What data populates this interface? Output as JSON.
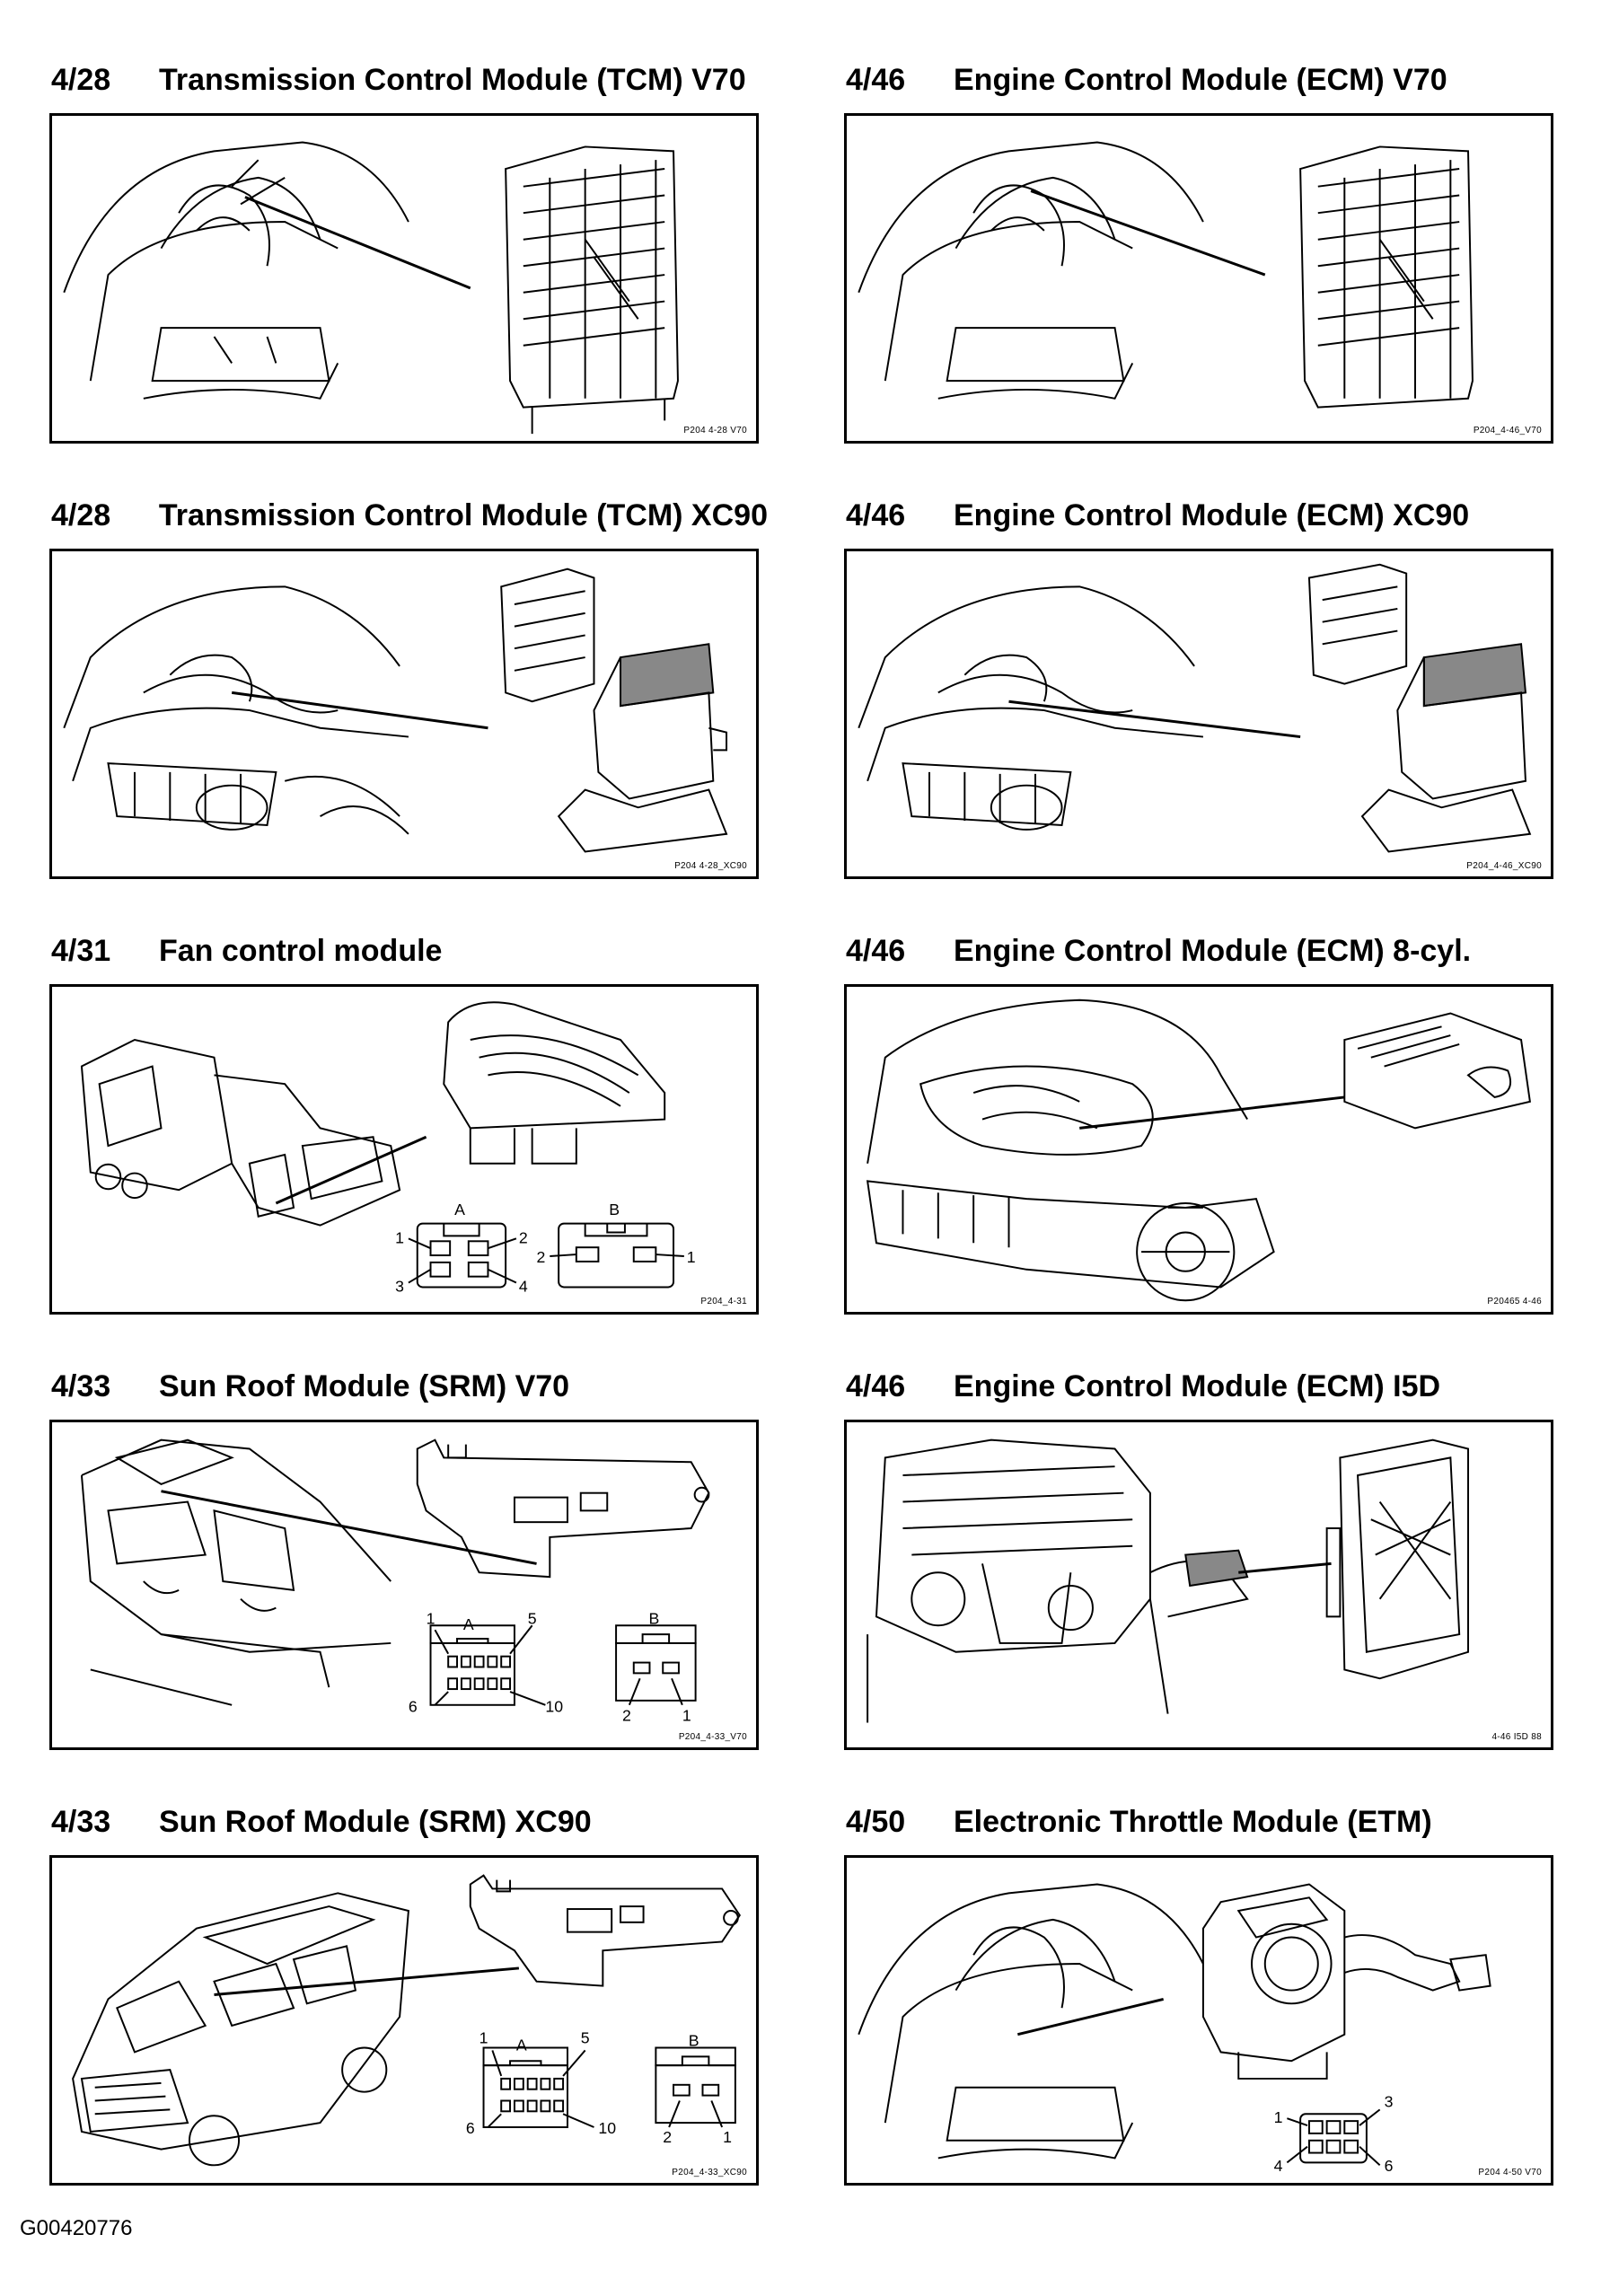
{
  "panels": [
    {
      "id": "tcm-v70",
      "num": "4/28",
      "title": "Transmission Control Module (TCM) V70",
      "ref": "P204 4-28 V70"
    },
    {
      "id": "ecm-v70",
      "num": "4/46",
      "title": "Engine Control Module (ECM) V70",
      "ref": "P204_4-46_V70"
    },
    {
      "id": "tcm-xc90",
      "num": "4/28",
      "title": "Transmission Control Module (TCM) XC90",
      "ref": "P204 4-28_XC90"
    },
    {
      "id": "ecm-xc90",
      "num": "4/46",
      "title": "Engine Control Module (ECM) XC90",
      "ref": "P204_4-46_XC90"
    },
    {
      "id": "fan",
      "num": "4/31",
      "title": "Fan control module",
      "ref": "P204_4-31",
      "connectors": {
        "a": {
          "label": "A",
          "pins": [
            "1",
            "2",
            "3",
            "4"
          ]
        },
        "b": {
          "label": "B",
          "pins": [
            "2",
            "1"
          ]
        }
      }
    },
    {
      "id": "ecm-8cyl",
      "num": "4/46",
      "title": "Engine Control Module (ECM) 8-cyl.",
      "ref": "P20465 4-46"
    },
    {
      "id": "srm-v70",
      "num": "4/33",
      "title": "Sun Roof Module (SRM) V70",
      "ref": "P204_4-33_V70",
      "connectors": {
        "a": {
          "label": "A",
          "pins": [
            "1",
            "5",
            "6",
            "10"
          ]
        },
        "b": {
          "label": "B",
          "pins": [
            "2",
            "1"
          ]
        }
      }
    },
    {
      "id": "ecm-i5d",
      "num": "4/46",
      "title": "Engine Control Module (ECM) I5D",
      "ref": "4-46 I5D 88"
    },
    {
      "id": "srm-xc90",
      "num": "4/33",
      "title": "Sun Roof Module (SRM) XC90",
      "ref": "P204_4-33_XC90",
      "connectors": {
        "a": {
          "label": "A",
          "pins": [
            "1",
            "5",
            "6",
            "10"
          ]
        },
        "b": {
          "label": "B",
          "pins": [
            "2",
            "1"
          ]
        }
      }
    },
    {
      "id": "etm",
      "num": "4/50",
      "title": "Electronic Throttle Module (ETM)",
      "ref": "P204 4-50 V70",
      "connectors": {
        "a": {
          "pins": [
            "1",
            "3",
            "4",
            "6"
          ]
        }
      }
    }
  ],
  "footer": {
    "code": "G00420776"
  }
}
